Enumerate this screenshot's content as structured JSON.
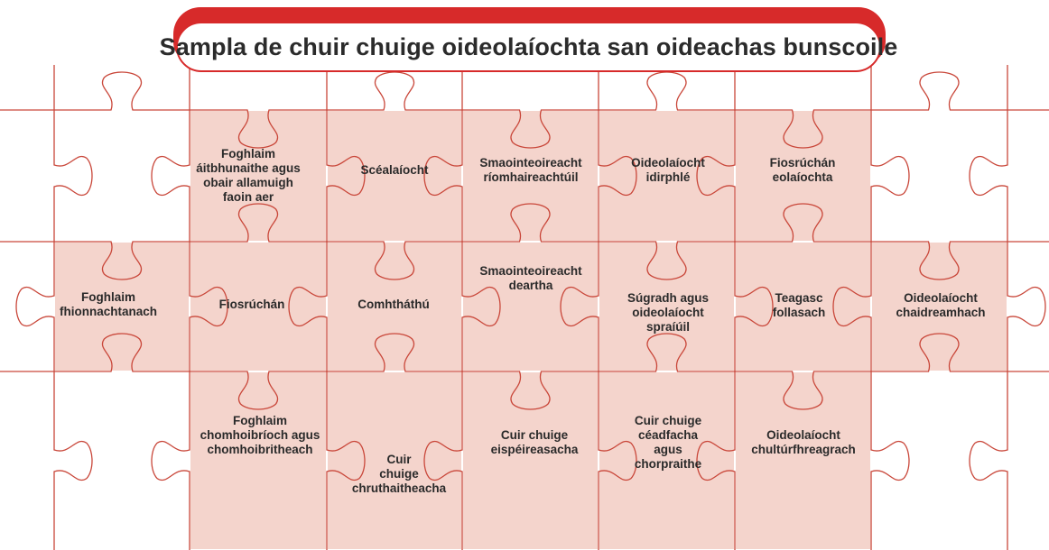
{
  "title": "Sampla de chuir chuige oideolaíochta san oideachas bunscoile",
  "colors": {
    "accent": "#d72a2a",
    "line": "#c9473a",
    "piece_fill": "#f4d4cc",
    "background": "#ffffff",
    "text": "#2a2a2a"
  },
  "pieces": {
    "foghlaim_aitbhunaithe": "Foghlaim\náitbhunaithe agus\nobair allamuigh\nfaoin aer",
    "scealaiocht": "Scéalaíocht",
    "smaointeoireacht_riomhaireachtuil": "Smaointeoireacht\nríomhaireachtúil",
    "oideolaiocht_idirphle": "Oideolaíocht\nidirphlé",
    "fiosruchan_eolaiochta": "Fiosrúchán\neolaíochta",
    "foghlaim_fhionnachtanach": "Foghlaim\nfhionnachtanach",
    "fiosruchan": "Fiosrúchán",
    "comhthathu": "Comhtháthú",
    "smaointeoireacht_deartha": "Smaointeoireacht\ndeartha",
    "sugradh": "Súgradh agus\noideolaíocht\nspraíúil",
    "teagasc_follasach": "Teagasc\nfollasach",
    "oideolaiocht_chaidreamhach": "Oideolaíocht\nchaidreamhach",
    "foghlaim_chomhoibrioch": "Foghlaim\nchomhoibríoch agus\nchomhoibritheach",
    "cuir_chuige_chruthaitheacha": "Cuir\nchuige\nchruthaitheacha",
    "cuir_chuige_eispeireasacha": "Cuir chuige\neispéireasacha",
    "cuir_chuige_cheadfacha": "Cuir chuige\ncéadfacha\nagus\nchorpraithe",
    "oideolaiocht_chulturfhreagrach": "Oideolaíocht\nchultúrfhreagrach"
  }
}
